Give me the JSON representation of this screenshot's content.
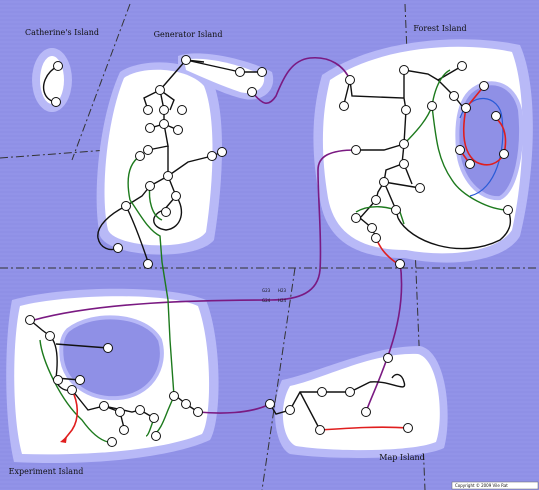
{
  "islands": [
    {
      "name": "Catherine's Island"
    },
    {
      "name": "Generator Island"
    },
    {
      "name": "Forest Island"
    },
    {
      "name": "Experiment Island"
    },
    {
      "name": "Map Island"
    }
  ],
  "route_colors": {
    "black": "#111111",
    "green": "#1d7a1d",
    "red": "#e01e1e",
    "purple": "#7a1a82",
    "blue": "#2a5bd7"
  },
  "map_colors": {
    "water": "#8f90e6",
    "shore": "#b8b9f7",
    "land": "#ffffff",
    "lake": "#8f90e6",
    "boundary": "#333333"
  },
  "grid_markers": [
    "G23",
    "H23",
    "G24",
    "H24"
  ],
  "copyright": "Copyright © 2009 Vile Rat"
}
